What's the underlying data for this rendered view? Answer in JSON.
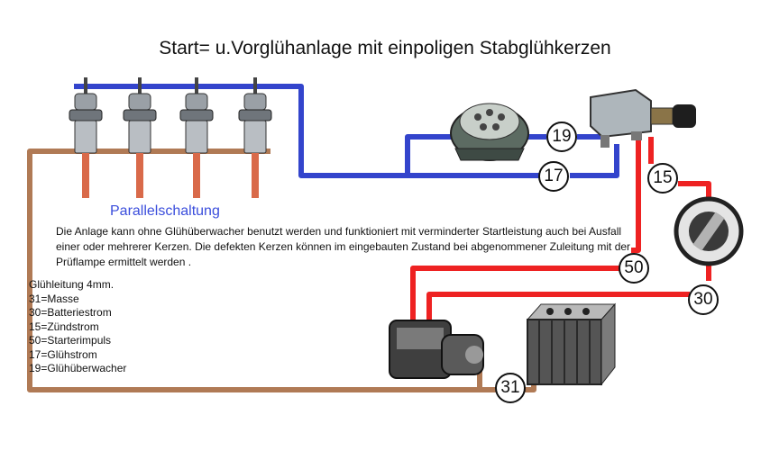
{
  "title": "Start= u.Vorglühanlage mit einpoligen Stabglühkerzen",
  "subtitle": "Parallelschaltung",
  "paragraph": "Die Anlage kann ohne Glühüberwacher benutzt werden und funktioniert mit verminderter Startleistung auch bei Ausfall einer oder mehrerer Kerzen. Die defekten Kerzen können im eingebauten Zustand bei abgenommener Zuleitung mit der Prüflampe ermittelt werden .",
  "legend": [
    "Glühleitung 4mm.",
    "31=Masse",
    "30=Batteriestrom",
    "15=Zündstrom",
    "50=Starterimpuls",
    "17=Glühstrom",
    "19=Glühüberwacher"
  ],
  "terminals": {
    "t19": "19",
    "t17": "17",
    "t15": "15",
    "t50": "50",
    "t30": "30",
    "t31": "31"
  },
  "colors": {
    "glow_wire": "#3344cc",
    "power_wire": "#ee2222",
    "ground_wire": "#b07a55",
    "plug_tip": "#d96a4a"
  }
}
